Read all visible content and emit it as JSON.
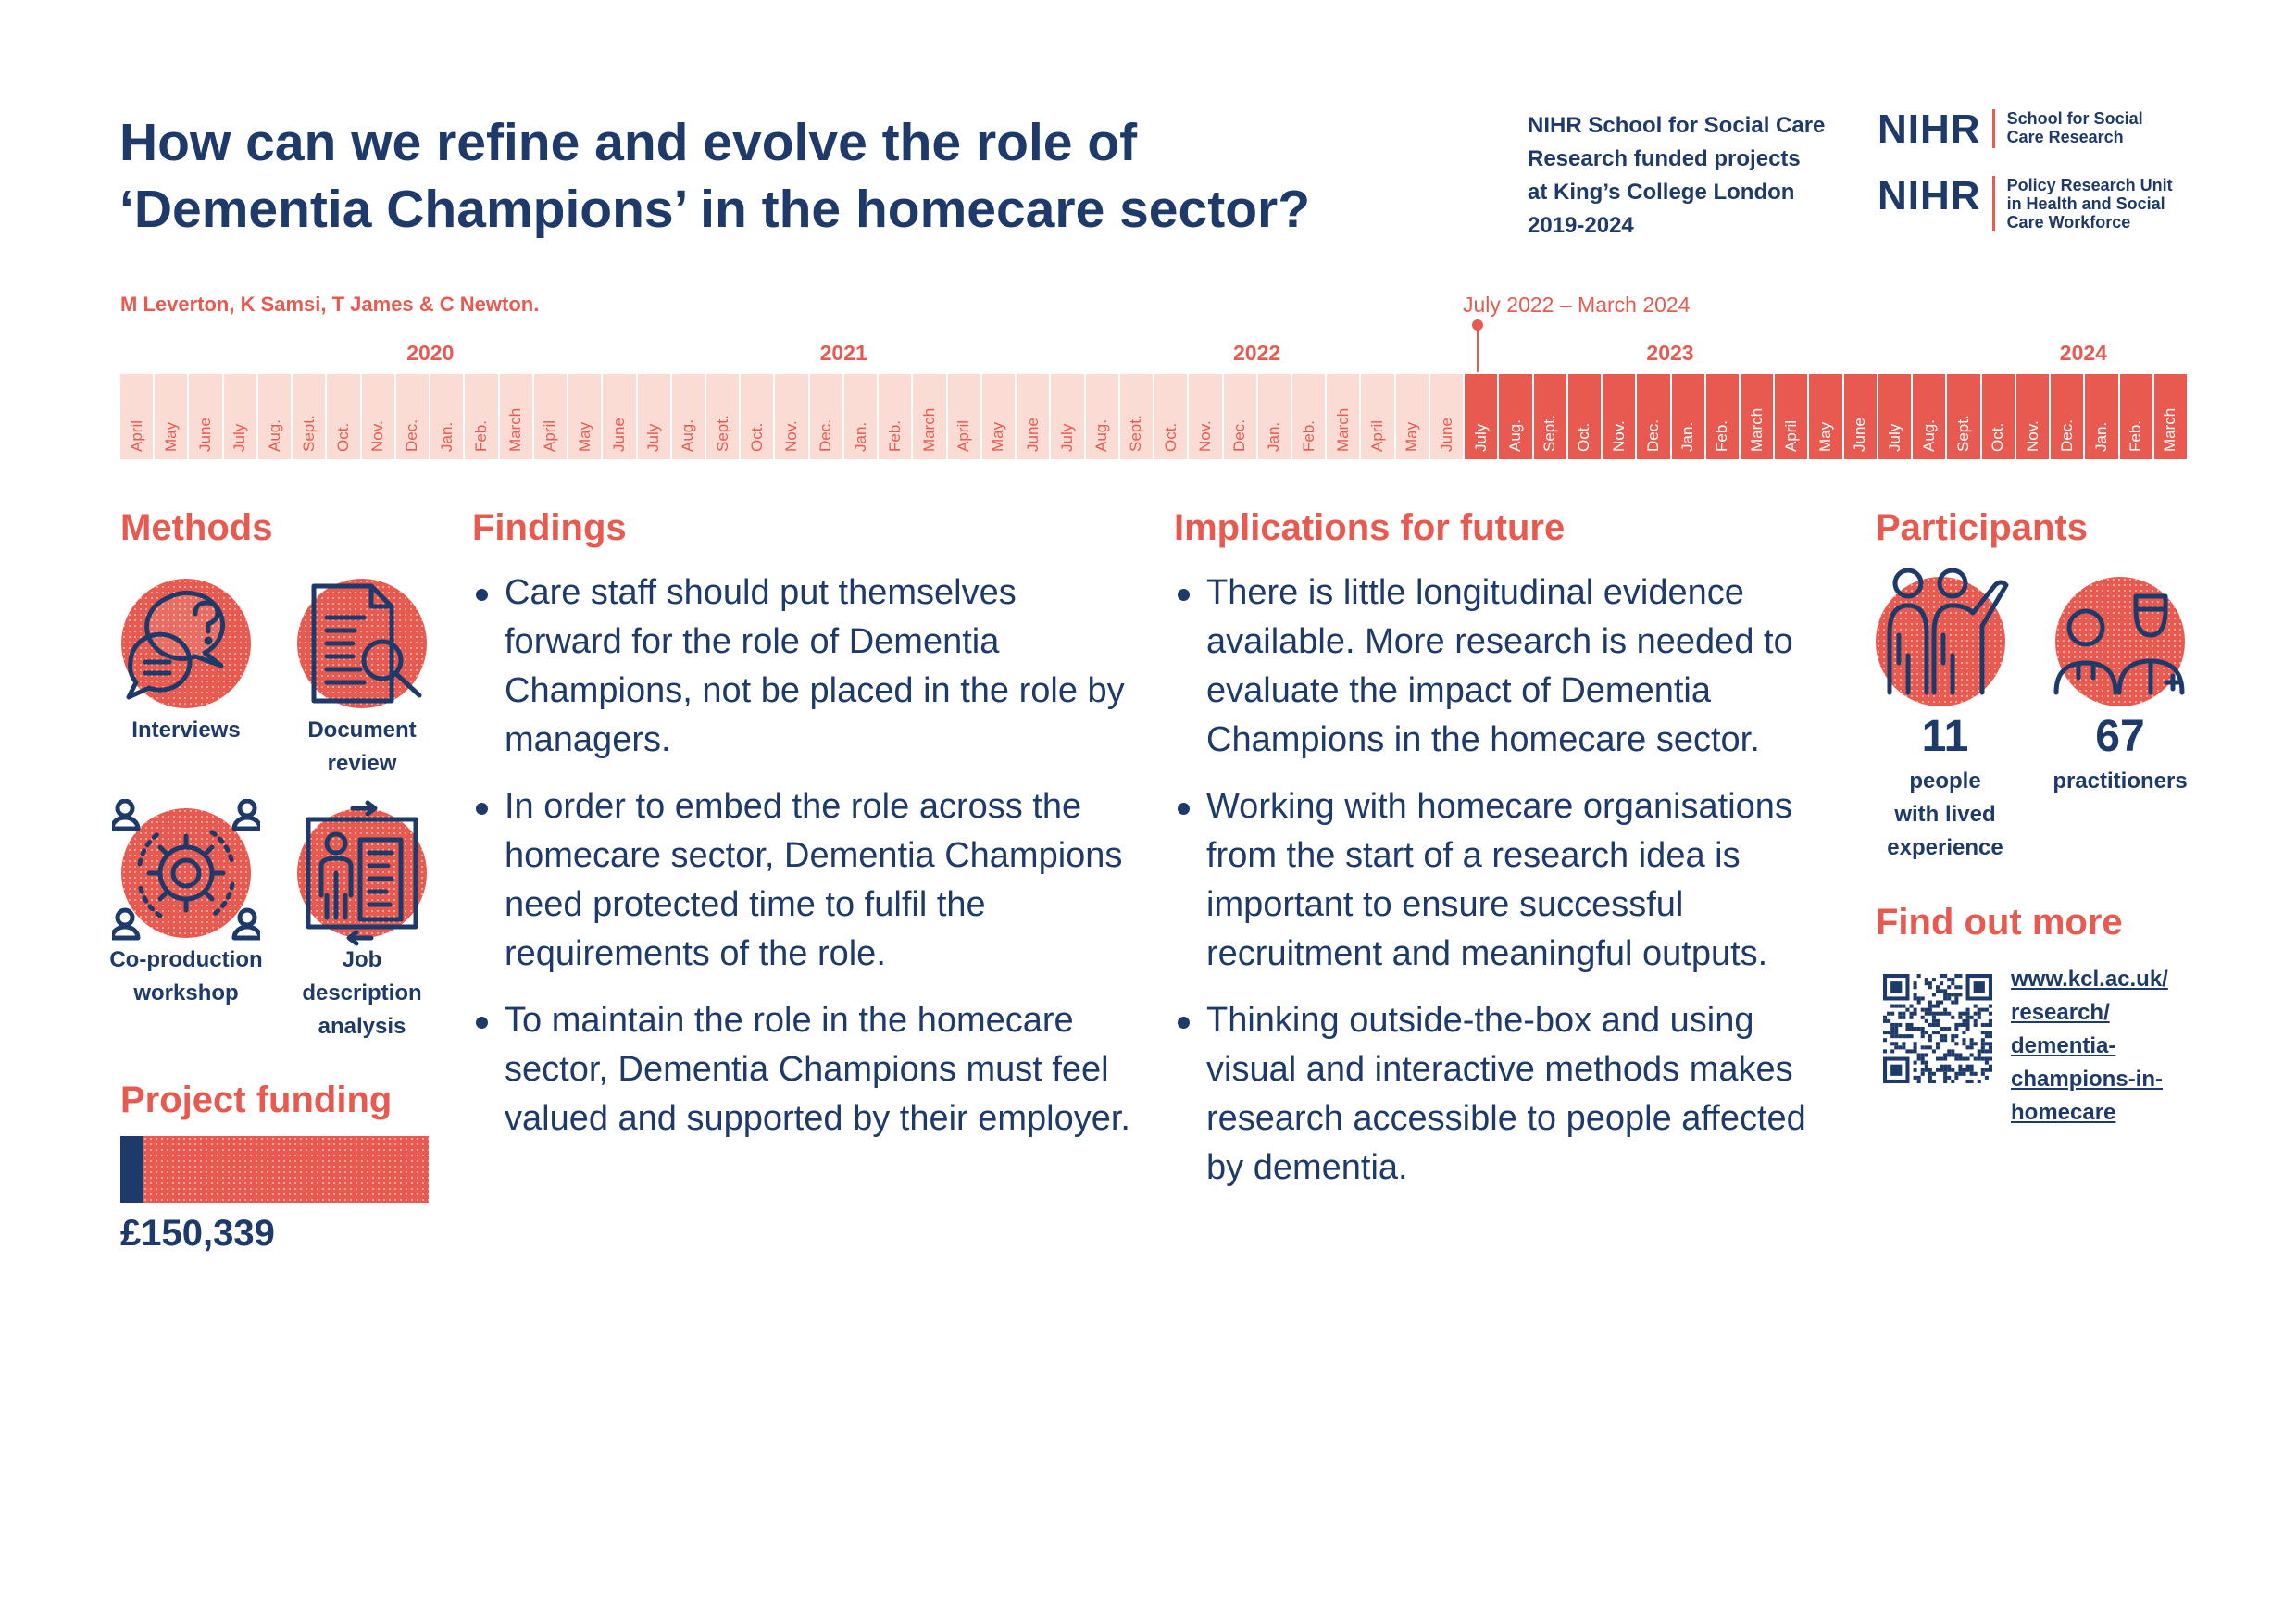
{
  "header": {
    "title_lines": [
      "How can we refine and evolve the role of",
      "‘Dementia Champions’ in the homecare sector?"
    ],
    "school_lines": [
      "NIHR School for Social Care",
      "Research funded projects",
      "at King’s College London",
      "2019-2024"
    ],
    "logo1": {
      "mark": "NIHR",
      "lines": [
        "School for Social",
        "Care Research"
      ]
    },
    "logo2": {
      "mark": "NIHR",
      "lines": [
        "Policy Research Unit",
        "in Health and Social",
        "Care Workforce"
      ]
    }
  },
  "authors": "M Leverton, K Samsi, T James & C Newton.",
  "timeline": {
    "highlight_label": "July 2022 – March 2024",
    "years": [
      {
        "label": "2020",
        "month_index": 9
      },
      {
        "label": "2021",
        "month_index": 21
      },
      {
        "label": "2022",
        "month_index": 33
      },
      {
        "label": "2023",
        "month_index": 45
      },
      {
        "label": "2024",
        "month_index": 57
      }
    ],
    "months": [
      "April",
      "May",
      "June",
      "July",
      "Aug.",
      "Sept.",
      "Oct.",
      "Nov.",
      "Dec.",
      "Jan.",
      "Feb.",
      "March",
      "April",
      "May",
      "June",
      "July",
      "Aug.",
      "Sept.",
      "Oct.",
      "Nov.",
      "Dec.",
      "Jan.",
      "Feb.",
      "March",
      "April",
      "May",
      "June",
      "July",
      "Aug.",
      "Sept.",
      "Oct.",
      "Nov.",
      "Dec.",
      "Jan.",
      "Feb.",
      "March",
      "April",
      "May",
      "June",
      "July",
      "Aug.",
      "Sept.",
      "Oct.",
      "Nov.",
      "Dec.",
      "Jan.",
      "Feb.",
      "March",
      "April",
      "May",
      "June",
      "July",
      "Aug.",
      "Sept.",
      "Oct.",
      "Nov.",
      "Dec.",
      "Jan.",
      "Feb.",
      "March"
    ],
    "active_from_index": 39
  },
  "methods": {
    "heading": "Methods",
    "items": [
      {
        "label_lines": [
          "Interviews"
        ],
        "icon": "speech-bubbles-icon"
      },
      {
        "label_lines": [
          "Document",
          "review"
        ],
        "icon": "document-magnifier-icon"
      },
      {
        "label_lines": [
          "Co-production",
          "workshop"
        ],
        "icon": "gear-people-icon"
      },
      {
        "label_lines": [
          "Job",
          "description",
          "analysis"
        ],
        "icon": "person-document-icon"
      }
    ]
  },
  "funding": {
    "heading": "Project funding",
    "amount": "£150,339",
    "fill_fraction": 0.075
  },
  "findings": {
    "heading": "Findings",
    "items": [
      "Care staff should put themselves forward for the role of Dementia Champions, not be placed in the role by managers.",
      "In order to embed the role across the homecare sector, Dementia Champions need protected time to fulfil the requirements of the role.",
      "To maintain the role in the homecare sector, Dementia Champions must feel valued and supported by their employer."
    ]
  },
  "implications": {
    "heading": "Implications for future",
    "items": [
      "There is little longitudinal evidence available. More research is needed to evaluate the impact of Dementia Champions in the homecare sector.",
      "Working with homecare organisations from the start of a research idea is important to ensure successful recruitment and meaningful outputs.",
      "Thinking outside-the-box and using visual and interactive methods makes research accessible to people affected by dementia."
    ]
  },
  "participants": {
    "heading": "Participants",
    "people": {
      "number": "11",
      "label_lines": [
        "people",
        "with lived",
        "experience"
      ],
      "icon": "people-waving-icon"
    },
    "practitioners": {
      "number": "67",
      "label_lines": [
        "practitioners"
      ],
      "icon": "practitioners-icon"
    }
  },
  "find_out_more": {
    "heading": "Find out more",
    "link_lines": [
      "www.kcl.ac.uk/",
      "research/",
      "dementia-",
      "champions-in-",
      "homecare"
    ],
    "qr_icon": "qr-code-icon"
  },
  "colors": {
    "navy": "#1d3a6b",
    "coral": "#e85a4f",
    "pale": "#fbdcd5"
  }
}
